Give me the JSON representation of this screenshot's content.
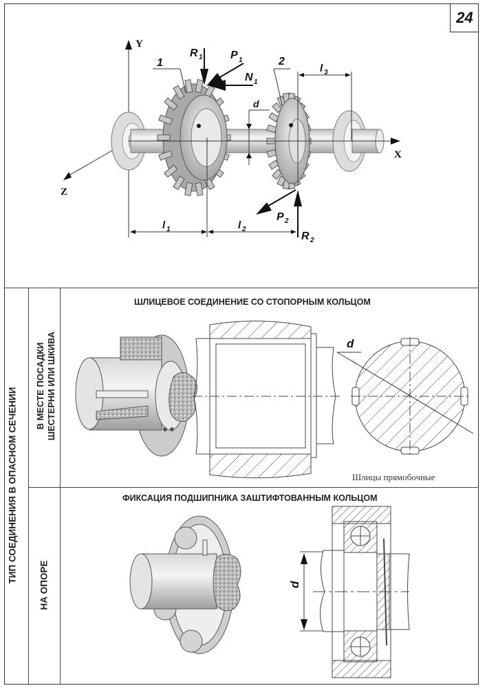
{
  "page_number": "24",
  "top_figure": {
    "axes": {
      "x": "X",
      "y": "Y",
      "z": "Z"
    },
    "parts": {
      "gear1": "1",
      "gear2": "2"
    },
    "forces": {
      "r1": "R",
      "r1_sub": "1",
      "p1": "P",
      "p1_sub": "1",
      "n1": "N",
      "n1_sub": "1",
      "p2": "P",
      "p2_sub": "2",
      "r2": "R",
      "r2_sub": "2"
    },
    "dimensions": {
      "d": "d",
      "l1": "l",
      "l1_sub": "1",
      "l2": "l",
      "l2_sub": "2",
      "l3": "l",
      "l3_sub": "3"
    }
  },
  "side_labels": {
    "main": "ТИП СОЕДИНЕНИЯ В ОПАСНОМ СЕЧЕНИИ",
    "row1_line1": "В МЕСТЕ ПОСАДКИ",
    "row1_line2": "ШЕСТЕРНИ ИЛИ ШКИВА",
    "row2": "НА ОПОРЕ"
  },
  "row1": {
    "title": "ШЛИЦЕВОЕ СОЕДИНЕНИЕ СО СТОПОРНЫМ КОЛЬЦОМ",
    "dim_label": "d",
    "caption": "Шлицы прямобочные"
  },
  "row2": {
    "title": "ФИКСАЦИЯ ПОДШИПНИКА ЗАШТИФТОВАННЫМ КОЛЬЦОМ",
    "dim_label": "d"
  },
  "colors": {
    "line": "#333333",
    "metal_light": "#e6e6e6",
    "metal_mid": "#bdbdbd",
    "metal_dark": "#8a8a8a"
  }
}
